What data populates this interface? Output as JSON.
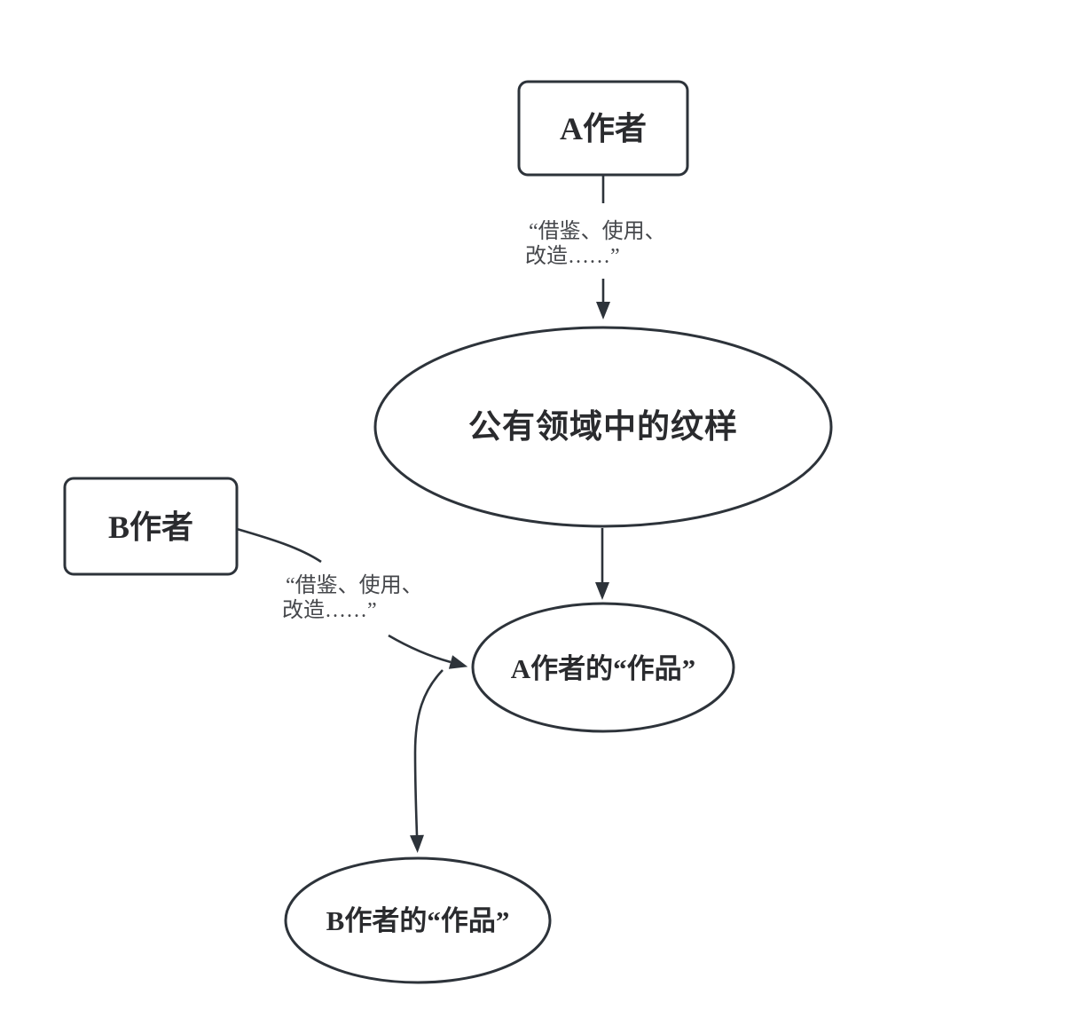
{
  "diagram": {
    "type": "flowchart",
    "colors": {
      "background": "#ffffff",
      "stroke": "#2d333a",
      "node_text": "#2a2b2e",
      "edge_label_text": "#45474b"
    },
    "nodes": {
      "author_a": {
        "label": "A作者",
        "shape": "rounded-rectangle"
      },
      "public_domain_pattern": {
        "label": "公有领域中的纹样",
        "shape": "ellipse"
      },
      "author_a_work": {
        "label": "A作者的“作品”",
        "shape": "ellipse"
      },
      "author_b": {
        "label": "B作者",
        "shape": "rounded-rectangle"
      },
      "author_b_work": {
        "label": "B作者的“作品”",
        "shape": "ellipse"
      }
    },
    "edges": {
      "a_to_pattern": {
        "from": "author_a",
        "to": "public_domain_pattern",
        "label_lines": [
          "“借鉴、使用、",
          "改造……”"
        ]
      },
      "pattern_to_a_work": {
        "from": "public_domain_pattern",
        "to": "author_a_work",
        "label_lines": []
      },
      "b_to_a_work": {
        "from": "author_b",
        "to": "author_a_work",
        "label_lines": [
          "“借鉴、使用、",
          "改造……”"
        ]
      },
      "a_work_to_b_work": {
        "from": "author_a_work",
        "to": "author_b_work",
        "label_lines": []
      }
    }
  }
}
